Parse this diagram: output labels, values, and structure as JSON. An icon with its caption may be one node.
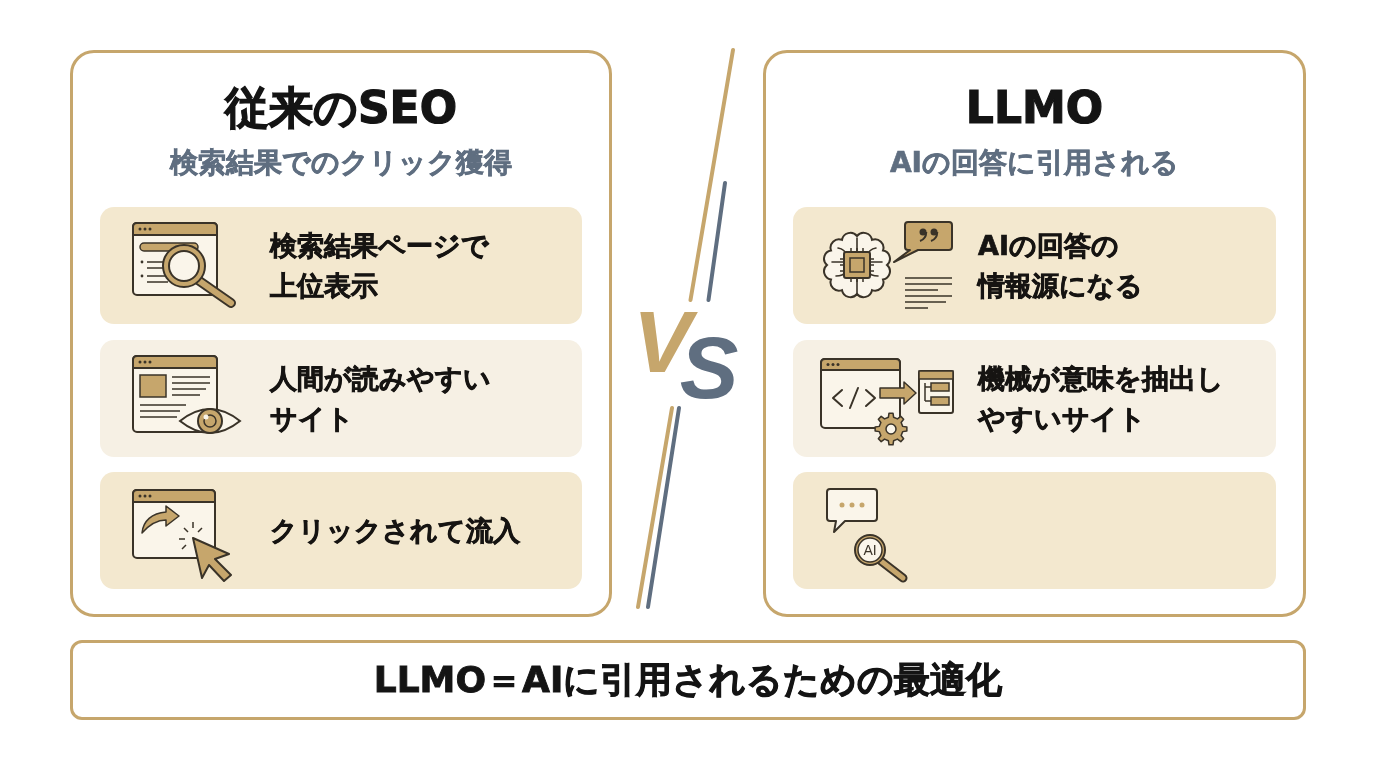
{
  "diagram": {
    "nodes": [
      {
        "text": [
          "従来のSEO",
          "検索結果でのクリック獲得"
        ]
      },
      {
        "text": [
          "検索結果ページで上位表示"
        ],
        "in": 0
      },
      {
        "text": [
          "人間が読みやすいサイト"
        ],
        "in": 0
      },
      {
        "text": [
          "クリックされて流入"
        ],
        "in": 0
      },
      {
        "text": [
          "LLMO",
          "AIの回答に引用される"
        ]
      },
      {
        "text": [
          "AIの回答の情報源になる"
        ],
        "in": 4
      },
      {
        "text": [
          "機械が意味を抽出しやすいサイト"
        ],
        "in": 4
      },
      {
        "text": [],
        "shape": "box",
        "in": 4
      },
      {
        "text": [
          "LLMO＝AIに引用されるための最適化"
        ]
      }
    ],
    "labels": [
      "VS",
      "AI"
    ]
  }
}
